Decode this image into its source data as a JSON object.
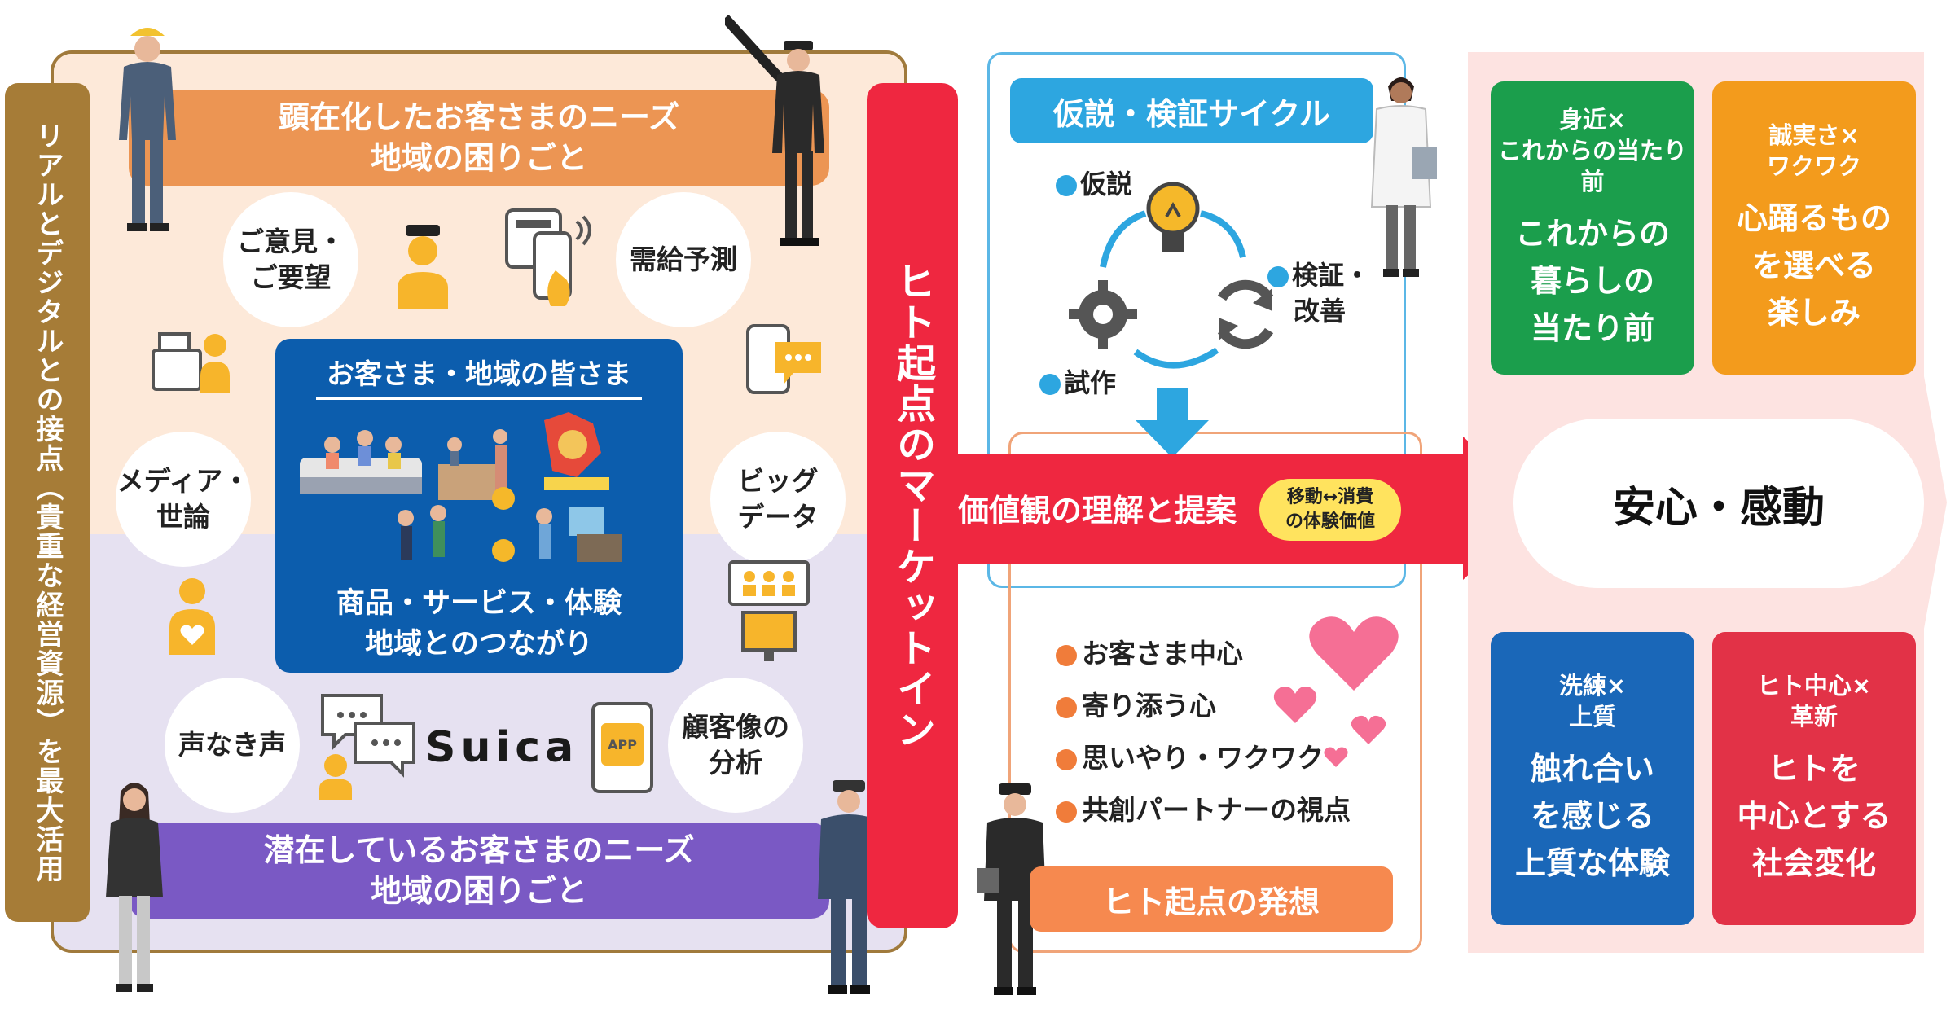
{
  "side_label": "リアルとデジタルとの接点（貴重な経営資源）を最大活用",
  "band_top": [
    "顕在化したお客さまのニーズ",
    "地域の困りごと"
  ],
  "band_bottom": [
    "潜在しているお客さまのニーズ",
    "地域の困りごと"
  ],
  "circles": {
    "opinions": [
      "ご意見・",
      "ご要望"
    ],
    "demand": "需給予測",
    "media": [
      "メディア・",
      "世論"
    ],
    "bigdata": [
      "ビッグ",
      "データ"
    ],
    "silent": "声なき声",
    "persona": [
      "顧客像の",
      "分析"
    ]
  },
  "center_box": {
    "title": "お客さま・地域の皆さま",
    "bottom": [
      "商品・サービス・体験",
      "地域とのつながり"
    ]
  },
  "suica": "Suica",
  "app_label": "APP",
  "red_pillar": "ヒト起点のマーケットイン",
  "cycle": {
    "title": "仮説・検証サイクル",
    "hypothesis": "仮説",
    "verify": [
      "検証・",
      "改善"
    ],
    "prototype": "試作"
  },
  "mindset": {
    "items": [
      "お客さま中心",
      "寄り添う心",
      "思いやり・ワクワク",
      "共創パートナーの視点"
    ],
    "label": "ヒト起点の発想"
  },
  "arrow": {
    "text": "価値観の理解と提案",
    "badge": [
      "移動↔消費",
      "の体験価値"
    ]
  },
  "center_value": "安心・感動",
  "value_cards": [
    {
      "sub": [
        "身近×",
        "これからの当たり前"
      ],
      "main": [
        "これからの",
        "暮らしの",
        "当たり前"
      ],
      "color": "#1b9e4c"
    },
    {
      "sub": [
        "誠実さ×",
        "ワクワク"
      ],
      "main": [
        "心踊るもの",
        "を選べる",
        "楽しみ"
      ],
      "color": "#f39b1c"
    },
    {
      "sub": [
        "洗練×",
        "上質"
      ],
      "main": [
        "触れ合い",
        "を感じる",
        "上質な体験"
      ],
      "color": "#1a67b8"
    },
    {
      "sub": [
        "ヒト中心×",
        "革新"
      ],
      "main": [
        "ヒトを",
        "中心とする",
        "社会変化"
      ],
      "color": "#e23247"
    }
  ],
  "colors": {
    "gold": "#a67c37",
    "orange_band": "#ec9553",
    "purple_band": "#7a59c4",
    "navy": "#0c5dad",
    "red": "#ef2740",
    "sky": "#2da6e0",
    "pink_bg": "#fde3e1"
  },
  "icons": [
    "staff-icon",
    "touch-screen-icon",
    "cash-register-icon",
    "chat-phone-icon",
    "heart-person-icon",
    "audience-screen-icon",
    "speech-bubbles-icon",
    "app-phone-icon",
    "lightbulb-icon",
    "gear-icon",
    "refresh-icon",
    "heart-icon"
  ]
}
